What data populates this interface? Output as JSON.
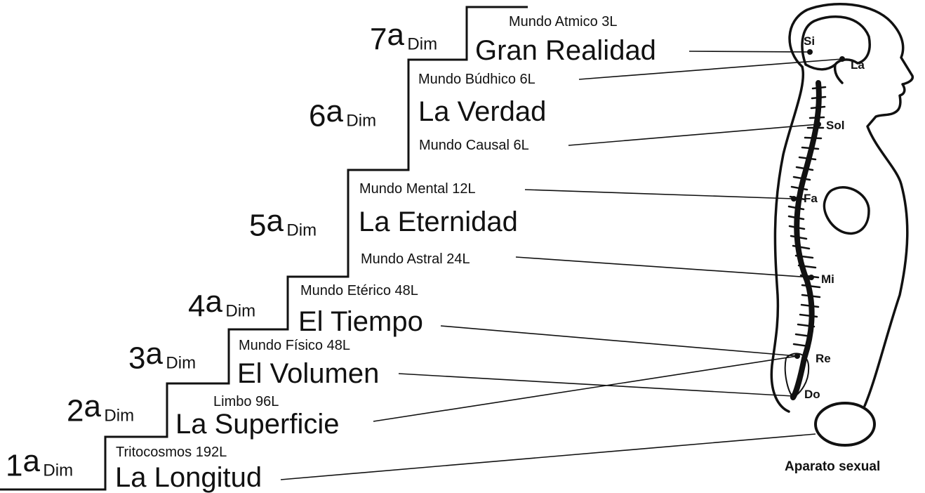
{
  "dimensions": [
    {
      "num": "1",
      "sup": "a",
      "word": "Dim"
    },
    {
      "num": "2",
      "sup": "a",
      "word": "Dim"
    },
    {
      "num": "3",
      "sup": "a",
      "word": "Dim"
    },
    {
      "num": "4",
      "sup": "a",
      "word": "Dim"
    },
    {
      "num": "5",
      "sup": "a",
      "word": "Dim"
    },
    {
      "num": "6",
      "sup": "a",
      "word": "Dim"
    },
    {
      "num": "7",
      "sup": "a",
      "word": "Dim"
    }
  ],
  "worlds": {
    "atmico": "Mundo Atmico  3L",
    "budhico": "Mundo Búdhico  6L",
    "causal": "Mundo Causal  6L",
    "mental": "Mundo Mental  12L",
    "astral": "Mundo Astral  24L",
    "eterico": "Mundo Etérico  48L",
    "fisico": "Mundo Físico  48L",
    "limbo": "Limbo  96L",
    "tritocosmos": "Tritocosmos  192L"
  },
  "realms": {
    "gran_realidad": "Gran Realidad",
    "la_verdad": "La Verdad",
    "la_eternidad": "La Eternidad",
    "el_tiempo": "El Tiempo",
    "el_volumen": "El Volumen",
    "la_superficie": "La Superficie",
    "la_longitud": "La Longitud"
  },
  "chakras": {
    "si": "Si",
    "la": "La",
    "sol": "Sol",
    "fa": "Fa",
    "mi": "Mi",
    "re": "Re",
    "do": "Do"
  },
  "sexual_organ_label": "Aparato sexual",
  "colors": {
    "ink": "#111111",
    "background": "#ffffff"
  }
}
